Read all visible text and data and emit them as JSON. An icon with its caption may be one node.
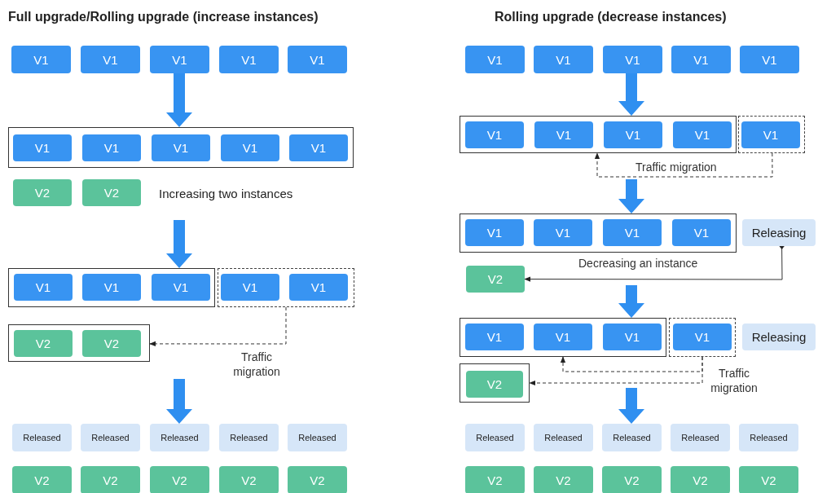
{
  "diagram": {
    "nodes": [
      {
        "text": [
          "V1"
        ]
      },
      {
        "text": [
          "V1"
        ]
      },
      {
        "text": [
          "V1"
        ]
      },
      {
        "text": [
          "V1"
        ]
      },
      {
        "text": [
          "V1"
        ]
      },
      {
        "text": [],
        "shape": "box"
      },
      {
        "text": [
          "V1"
        ],
        "in": 5
      },
      {
        "text": [
          "V1"
        ],
        "in": 5
      },
      {
        "text": [
          "V1"
        ],
        "in": 5
      },
      {
        "text": [
          "V1"
        ],
        "in": 5
      },
      {
        "text": [
          "V1"
        ],
        "in": 5
      },
      {
        "text": [
          "V2"
        ]
      },
      {
        "text": [
          "V2"
        ]
      },
      {
        "text": [],
        "shape": "box"
      },
      {
        "text": [
          "V1"
        ],
        "in": 13
      },
      {
        "text": [
          "V1"
        ],
        "in": 13
      },
      {
        "text": [
          "V1"
        ],
        "in": 13
      },
      {
        "text": [],
        "shape": "box"
      },
      {
        "text": [
          "V1"
        ],
        "in": 17
      },
      {
        "text": [
          "V1"
        ],
        "in": 17
      },
      {
        "text": [],
        "shape": "box"
      },
      {
        "text": [
          "V2"
        ],
        "in": 20
      },
      {
        "text": [
          "V2"
        ],
        "in": 20
      },
      {
        "text": [
          "Released"
        ]
      },
      {
        "text": [
          "Released"
        ]
      },
      {
        "text": [
          "Released"
        ]
      },
      {
        "text": [
          "Released"
        ]
      },
      {
        "text": [
          "Released"
        ]
      },
      {
        "text": [
          "V2"
        ]
      },
      {
        "text": [
          "V2"
        ]
      },
      {
        "text": [
          "V2"
        ]
      },
      {
        "text": [
          "V2"
        ]
      },
      {
        "text": [
          "V2"
        ]
      },
      {
        "text": [
          "V1"
        ]
      },
      {
        "text": [
          "V1"
        ]
      },
      {
        "text": [
          "V1"
        ]
      },
      {
        "text": [
          "V1"
        ]
      },
      {
        "text": [
          "V1"
        ]
      },
      {
        "text": [],
        "shape": "box"
      },
      {
        "text": [
          "V1"
        ],
        "in": 38
      },
      {
        "text": [
          "V1"
        ],
        "in": 38
      },
      {
        "text": [
          "V1"
        ],
        "in": 38
      },
      {
        "text": [
          "V1"
        ],
        "in": 38
      },
      {
        "text": [],
        "shape": "box"
      },
      {
        "text": [
          "V1"
        ],
        "in": 43
      },
      {
        "text": [],
        "shape": "box"
      },
      {
        "text": [
          "V1"
        ],
        "in": 45
      },
      {
        "text": [
          "V1"
        ],
        "in": 45
      },
      {
        "text": [
          "V1"
        ],
        "in": 45
      },
      {
        "text": [
          "V1"
        ],
        "in": 45
      },
      {
        "text": [
          "Releasing"
        ]
      },
      {
        "text": [
          "V2"
        ]
      },
      {
        "text": [],
        "shape": "box"
      },
      {
        "text": [
          "V1"
        ],
        "in": 52
      },
      {
        "text": [
          "V1"
        ],
        "in": 52
      },
      {
        "text": [
          "V1"
        ],
        "in": 52
      },
      {
        "text": [],
        "shape": "box"
      },
      {
        "text": [
          "V1"
        ],
        "in": 56
      },
      {
        "text": [
          "Releasing"
        ]
      },
      {
        "text": [],
        "shape": "box"
      },
      {
        "text": [
          "V2"
        ],
        "in": 59
      },
      {
        "text": [
          "Released"
        ]
      },
      {
        "text": [
          "Released"
        ]
      },
      {
        "text": [
          "Released"
        ]
      },
      {
        "text": [
          "Released"
        ]
      },
      {
        "text": [
          "Released"
        ]
      },
      {
        "text": [
          "V2"
        ]
      },
      {
        "text": [
          "V2"
        ]
      },
      {
        "text": [
          "V2"
        ]
      },
      {
        "text": [
          "V2"
        ]
      },
      {
        "text": [
          "V2"
        ]
      }
    ],
    "edges": [
      {
        "from": 2,
        "to": 5,
        "arrow": "to",
        "style": "thick",
        "color": "#2f8ff0"
      },
      {
        "from": null,
        "to": 13,
        "arrow": "to",
        "style": "thick",
        "color": "#2f8ff0"
      },
      {
        "from": null,
        "to": 25,
        "arrow": "to",
        "style": "thick",
        "color": "#2f8ff0"
      },
      {
        "from": 35,
        "to": 38,
        "arrow": "to",
        "style": "thick",
        "color": "#2f8ff0"
      },
      {
        "from": null,
        "to": 45,
        "arrow": "to",
        "style": "thick",
        "color": "#2f8ff0"
      },
      {
        "from": null,
        "to": 52,
        "arrow": "to",
        "style": "thick",
        "color": "#2f8ff0"
      },
      {
        "from": null,
        "to": 63,
        "arrow": "to",
        "style": "thick",
        "color": "#2f8ff0"
      },
      {
        "from": 17,
        "to": 20,
        "arrow": "to",
        "style": "dashed",
        "label": "Traffic migration"
      },
      {
        "from": 43,
        "to": 38,
        "arrow": "to",
        "style": "dashed",
        "label": "Traffic migration"
      },
      {
        "from": 50,
        "to": 51,
        "arrow": "to",
        "label": "Decreasing an instance"
      },
      {
        "from": 56,
        "to": 52,
        "arrow": "to",
        "style": "dashed"
      },
      {
        "from": 56,
        "to": 59,
        "arrow": "to",
        "style": "dashed",
        "label": "Traffic migration"
      }
    ],
    "labels": [
      "Full upgrade/Rolling upgrade (increase instances)",
      "Rolling upgrade (decrease instances)",
      "Increasing two instances"
    ]
  }
}
